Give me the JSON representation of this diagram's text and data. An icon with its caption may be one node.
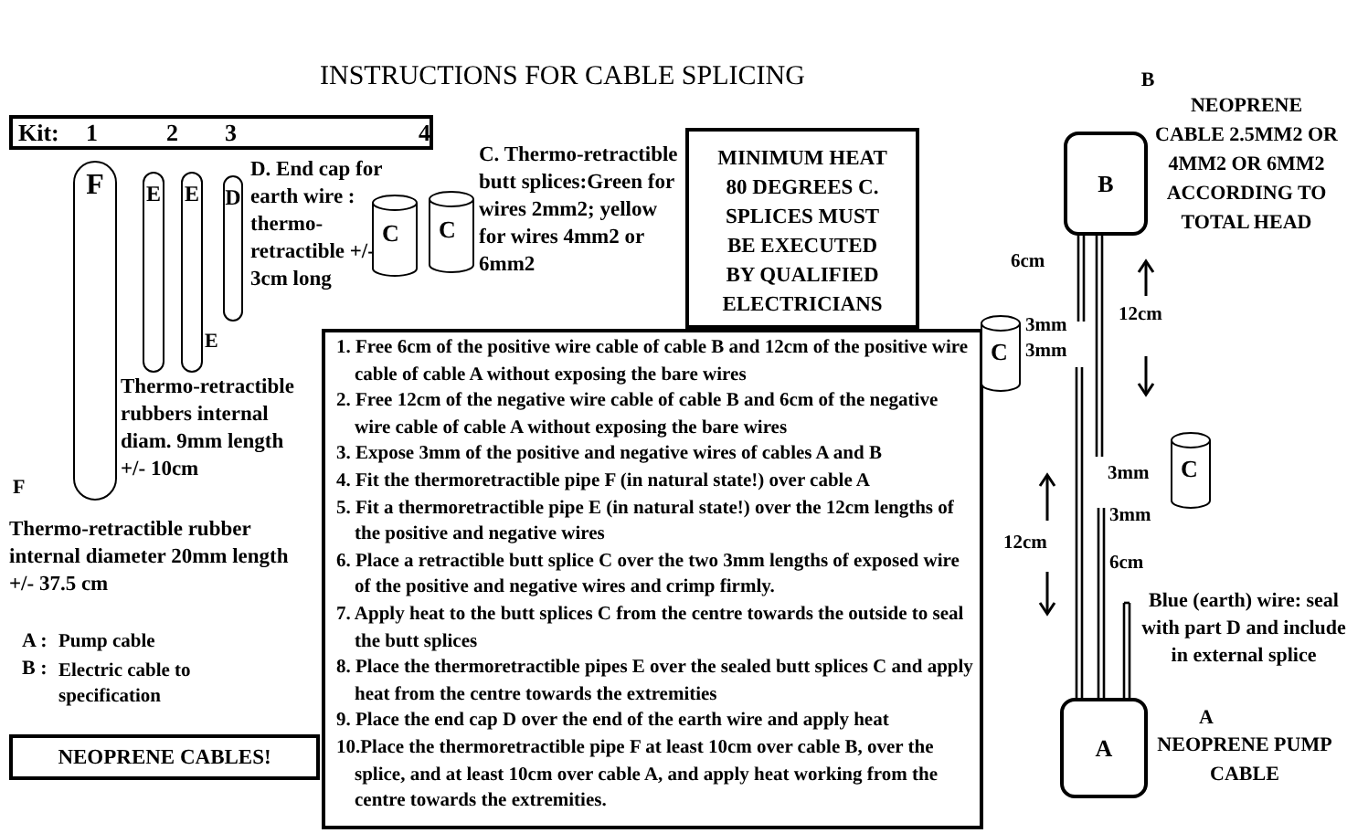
{
  "diagram": {
    "title": "INSTRUCTIONS FOR CABLE SPLICING",
    "nodes": [
      {
        "text": [
          "Kit:",
          "1",
          "2",
          "3",
          "4"
        ]
      },
      {
        "text": [
          "F"
        ]
      },
      {
        "text": [
          "E"
        ]
      },
      {
        "text": [
          "E"
        ]
      },
      {
        "text": [
          "D"
        ]
      },
      {
        "text": [
          "C"
        ]
      },
      {
        "text": [
          "C"
        ]
      },
      {
        "text": [
          "MINIMUM HEAT 80 DEGREES C. SPLICES MUST BE EXECUTED BY QUALIFIED ELECTRICIANS ONLY"
        ]
      },
      {
        "text": [
          "1. Free 6cm of the positive wire cable of cable B and 12cm of the positive wire cable of cable A without exposing the bare wires",
          "2. Free 12cm of the negative wire cable of cable B and 6cm of the negative wire cable of cable A without exposing the bare wires",
          "3. Expose 3mm of the positive and negative wires of cables A and B",
          "4. Fit the thermoretractible pipe F (in natural state!) over cable A",
          "5. Fit a thermoretractible pipe E (in natural state!) over the 12cm lengths of the positive and negative wires",
          "6. Place a retractible butt splice C over the two 3mm lengths of exposed wire of the positive and negative wires and crimp firmly.",
          "7. Apply heat to the butt splices C from the centre towards the outside to seal the butt splices",
          "8. Place the thermoretractible pipes E over the sealed butt splices C and apply heat from the centre towards the extremities",
          "9. Place the end cap D over the end of the earth wire and apply heat",
          "10.Place the thermoretractible pipe F at least 10cm over cable B, over the splice, and at least 10cm over cable A, and apply heat working from the centre towards the extremities."
        ]
      },
      {
        "text": [
          "NEOPRENE CABLES!"
        ]
      },
      {
        "text": [
          "B"
        ],
        "beside": [
          "B",
          "NEOPRENE CABLE 2.5MM2 OR 4MM2 OR 6MM2 ACCORDING TO TOTAL HEAD"
        ]
      },
      {
        "text": [
          "C"
        ]
      },
      {
        "text": [
          "C"
        ]
      },
      {
        "text": [
          "A"
        ],
        "beside": [
          "A",
          "NEOPRENE PUMP CABLE"
        ]
      }
    ],
    "labels": [
      "E",
      "D. End cap for earth wire : thermo-retractible +/- 3cm long",
      "C. Thermo-retractible butt splices:Green for wires 2mm2; yellow for wires 4mm2 or 6mm2",
      "Thermo-retractible rubbers internal diam. 9mm length +/- 10cm",
      "F",
      "Thermo-retractible rubber internal diameter 20mm length +/- 37.5 cm",
      "A :",
      "Pump cable",
      "B :",
      "Electric cable to specification",
      "6cm",
      "12cm",
      "3mm",
      "3mm",
      "3mm",
      "3mm",
      "12cm",
      "6cm",
      "Blue (earth) wire: seal with part D and include in external splice"
    ]
  }
}
